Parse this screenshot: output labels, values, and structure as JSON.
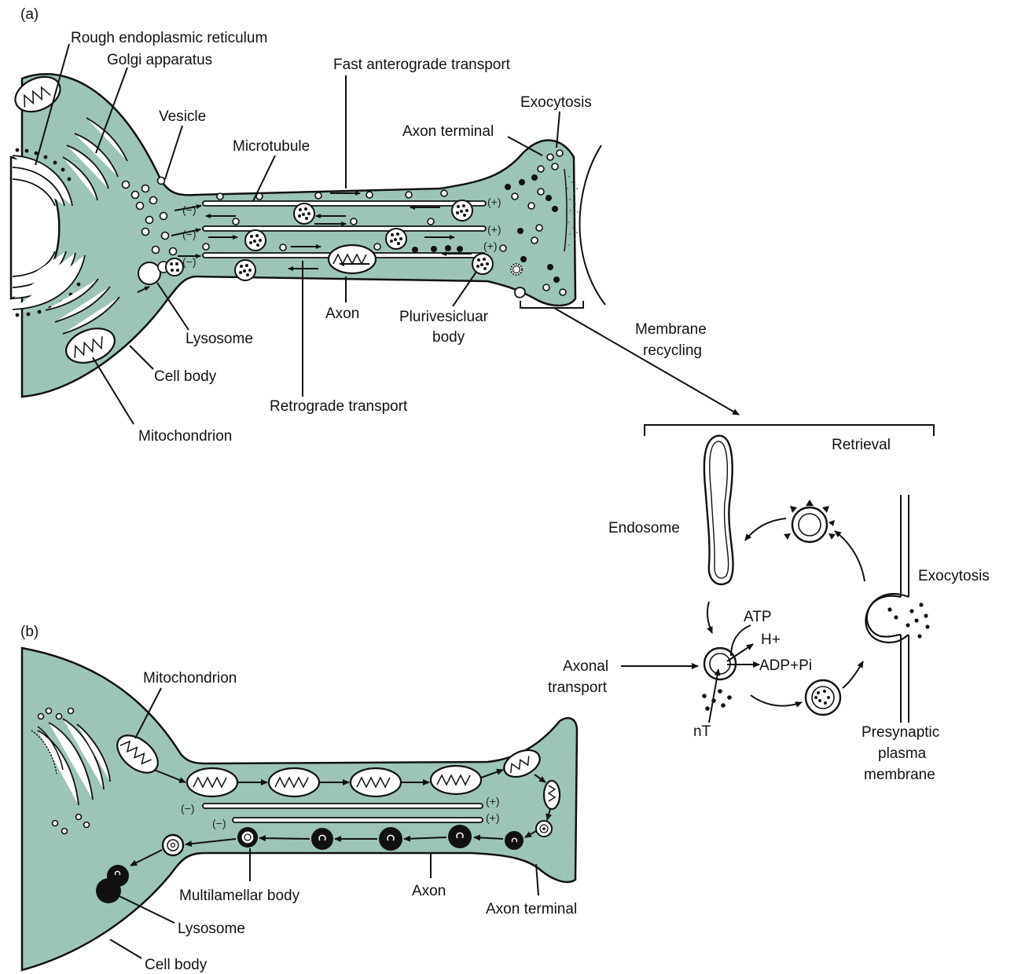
{
  "panels": {
    "a": "(a)",
    "b": "(b)"
  },
  "labels_a": {
    "rer": "Rough endoplasmic reticulum",
    "golgi": "Golgi apparatus",
    "vesicle": "Vesicle",
    "microtubule": "Microtubule",
    "fast_antero": "Fast anterograde transport",
    "axon_terminal": "Axon terminal",
    "exocytosis": "Exocytosis",
    "axon": "Axon",
    "plurivesicular_1": "Plurivesicluar",
    "plurivesicular_2": "body",
    "lysosome": "Lysosome",
    "cell_body": "Cell body",
    "mitochondrion": "Mitochondrion",
    "retrograde": "Retrograde transport",
    "membrane_recycling_1": "Membrane",
    "membrane_recycling_2": "recycling"
  },
  "labels_cycle": {
    "retrieval": "Retrieval",
    "endosome": "Endosome",
    "exocytosis": "Exocytosis",
    "atp": "ATP",
    "h_plus": "H+",
    "adp": "ADP+Pi",
    "axonal_1": "Axonal",
    "axonal_2": "transport",
    "nt": "nT",
    "presyn_1": "Presynaptic",
    "presyn_2": "plasma",
    "presyn_3": "membrane"
  },
  "labels_b": {
    "mitochondrion": "Mitochondrion",
    "multilamellar": "Multilamellar body",
    "axon": "Axon",
    "axon_terminal": "Axon terminal",
    "lysosome": "Lysosome",
    "cell_body": "Cell body"
  },
  "polarity": {
    "minus": "(−)",
    "plus": "(+)"
  }
}
